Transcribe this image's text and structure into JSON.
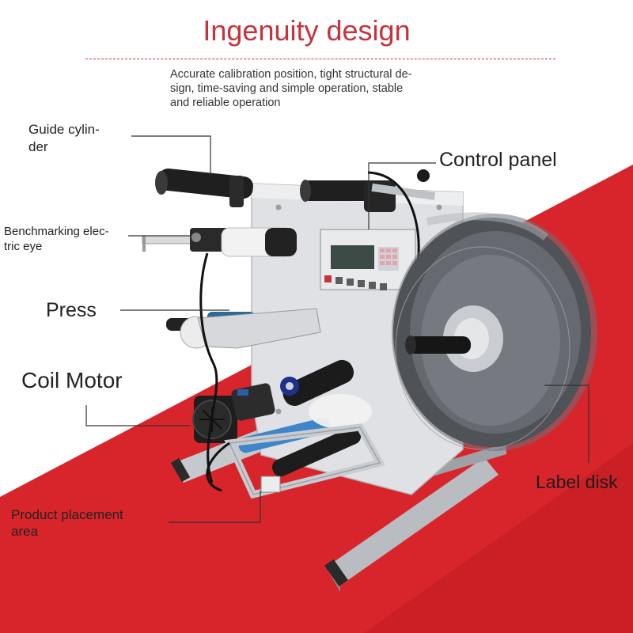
{
  "title": "Ingenuity design",
  "description_lines": [
    "Accurate calibration position, tight structural de-",
    "sign, time-saving and simple operation, stable",
    "and reliable operation"
  ],
  "labels": {
    "guide_cylinder": [
      "Guide cylin-",
      "der"
    ],
    "benchmarking_eye": [
      "Benchmarking elec-",
      "tric eye"
    ],
    "press": "Press",
    "coil_motor": "Coil Motor",
    "product_placement": [
      "Product placement",
      "area"
    ],
    "control_panel": "Control panel",
    "label_disk": "Label disk"
  },
  "colors": {
    "title_red": "#c8323a",
    "background_red": "#d8252b"
  },
  "image_alt": "labeling machine photo"
}
